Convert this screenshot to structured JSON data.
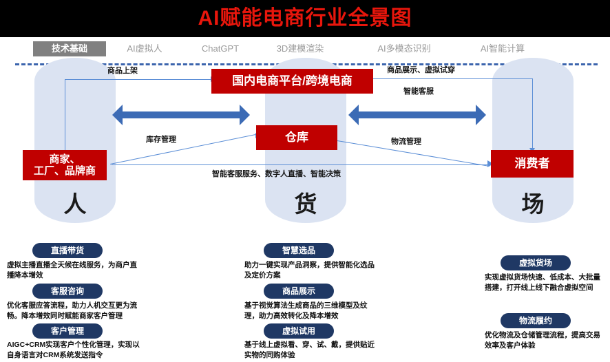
{
  "title": "AI赋能电商行业全景图",
  "tech_strip": {
    "highlight": "技术基础",
    "items": [
      "AI虚拟人",
      "ChatGPT",
      "3D建模渲染",
      "AI多模态识别",
      "AI智能计算"
    ]
  },
  "pillars": [
    {
      "glyph": "人",
      "key": "ren"
    },
    {
      "glyph": "货",
      "key": "huo"
    },
    {
      "glyph": "场",
      "key": "chang"
    }
  ],
  "nodes": {
    "merchant": "商家、\n工厂、品牌商",
    "merchant_line1": "商家、",
    "merchant_line2": "工厂、品牌商",
    "platform": "国内电商平台/跨境电商",
    "warehouse": "仓库",
    "consumer": "消费者"
  },
  "flows": {
    "listing": "商品上架",
    "display_tryon": "商品展示、虚拟试穿",
    "smart_service": "智能客服",
    "inventory": "库存管理",
    "logistics": "物流管理",
    "ai_services": "智能客服服务、数字人直播、智能决策"
  },
  "cards": {
    "people": [
      {
        "pill": "直播带货",
        "desc": "虚拟主播直播全天候在线服务，为商户直播降本增效"
      },
      {
        "pill": "客服咨询",
        "desc": "优化客服应答流程，助力人机交互更为流畅。降本增效同时赋能商家客户管理"
      },
      {
        "pill": "客户管理",
        "desc": "AIGC+CRM实现客户个性化管理，实现以自身语言对CRM系统发送指令"
      }
    ],
    "goods": [
      {
        "pill": "智慧选品",
        "desc": "助力一键实现产品洞察，提供智能化选品及定价方案"
      },
      {
        "pill": "商品展示",
        "desc": "基于视觉算法生成商品的三维模型及纹理，助力高效转化及降本增效"
      },
      {
        "pill": "虚拟试用",
        "desc": "基于线上虚拟看、穿、试、戴，提供贴近实物的同购体验"
      }
    ],
    "venue": [
      {
        "pill": "虚拟货场",
        "desc": "实现虚拟货场快速、低成本、大批量搭建，打开线上线下融合虚拟空间"
      },
      {
        "pill": "物流履约",
        "desc": "优化物流及仓储管理流程，提高交易效率及客户体验"
      }
    ]
  },
  "colors": {
    "title_red": "#e8160c",
    "box_red": "#c00000",
    "pill_navy": "#1f3864",
    "arrow_blue": "#3c6bb5",
    "lozenge_blue": "#dbe3f2",
    "chip_gray": "#808080",
    "dash_blue": "#3b64ad"
  }
}
